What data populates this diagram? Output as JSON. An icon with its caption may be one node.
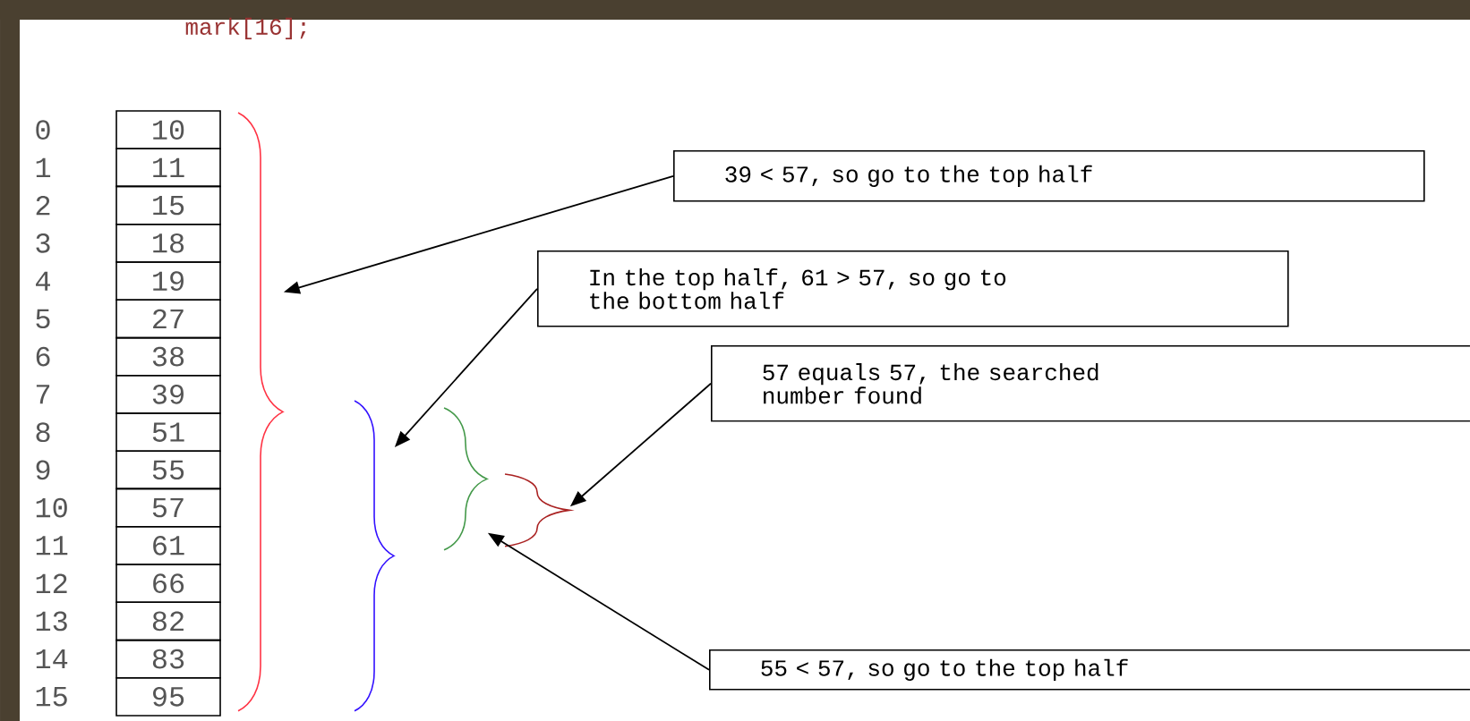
{
  "diagram": {
    "nodes": [
      {
        "text": [
          "39 < 57, so go to the top half"
        ]
      },
      {
        "text": [
          "In the top half, 61 > 57, so go to the bottom half"
        ]
      },
      {
        "text": [
          "57 equals 57, the searched number found"
        ]
      },
      {
        "text": [
          "55 < 57, so go to the top half"
        ]
      },
      {
        "text": [],
        "shape": "brace"
      },
      {
        "text": [],
        "shape": "brace"
      },
      {
        "text": [],
        "shape": "brace"
      },
      {
        "text": [],
        "shape": "brace"
      }
    ],
    "edges": [
      {
        "from": 0,
        "to": 4,
        "arrow": "to"
      },
      {
        "from": 1,
        "to": 5,
        "arrow": "to"
      },
      {
        "from": 2,
        "to": 7,
        "arrow": "to"
      },
      {
        "from": 3,
        "to": 6,
        "arrow": "to"
      }
    ],
    "labels": [
      "mark[16];",
      "0",
      "10",
      "1",
      "11",
      "2",
      "15",
      "3",
      "18",
      "4",
      "19",
      "5",
      "27",
      "6",
      "38",
      "7",
      "39",
      "8",
      "51",
      "9",
      "55",
      "10",
      "57",
      "11",
      "61",
      "12",
      "66",
      "13",
      "82",
      "14",
      "83",
      "15",
      "95"
    ]
  }
}
